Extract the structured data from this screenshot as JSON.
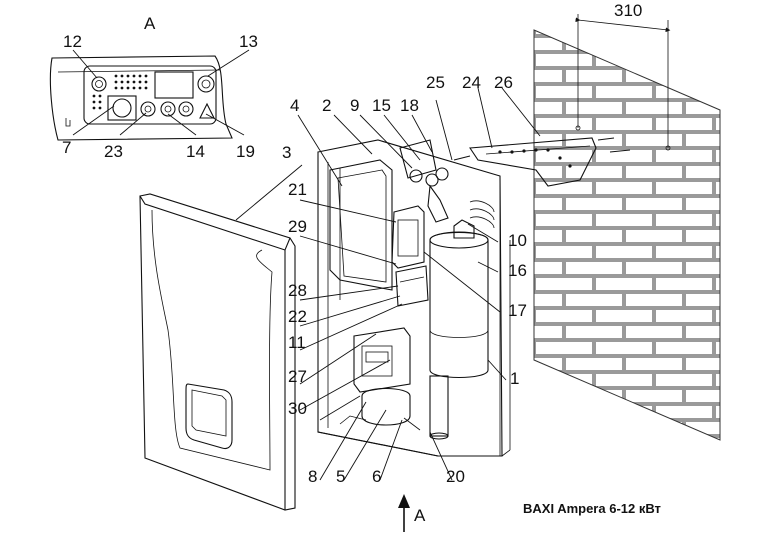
{
  "caption": "BAXI Ampera 6-12 кВт",
  "labels": {
    "a_top": "A",
    "a_bottom": "A",
    "dim": "310"
  },
  "callouts": {
    "n1": "1",
    "n2": "2",
    "n3": "3",
    "n4": "4",
    "n5": "5",
    "n6": "6",
    "n7": "7",
    "n8": "8",
    "n9": "9",
    "n10": "10",
    "n11": "11",
    "n12": "12",
    "n13": "13",
    "n14": "14",
    "n15": "15",
    "n16": "16",
    "n17": "17",
    "n18": "18",
    "n19": "19",
    "n20": "20",
    "n21": "21",
    "n22": "22",
    "n23": "23",
    "n24": "24",
    "n25": "25",
    "n26": "26",
    "n27": "27",
    "n28": "28",
    "n29": "29",
    "n30": "30"
  }
}
